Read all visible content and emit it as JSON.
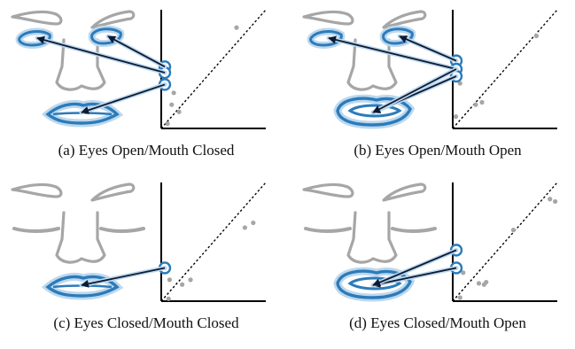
{
  "colors": {
    "face": "#a6a6a6",
    "highlight": "#2c7bba",
    "glow": "#bcd8ee",
    "arrow": "#0d1a33",
    "axis": "#000000",
    "scatter": "#a6a6a6"
  },
  "panels": [
    {
      "id": "a",
      "caption": "(a)  Eyes Open/Mouth Closed",
      "eyes_open": true,
      "mouth_open": false,
      "highlight": [
        "left-eye",
        "right-eye",
        "mouth"
      ],
      "circles": [
        0.52,
        0.47,
        0.37
      ],
      "arrows": [
        [
          "left-eye",
          0.47
        ],
        [
          "right-eye",
          0.52
        ],
        [
          "mouth",
          0.37
        ]
      ],
      "gray_points": [
        [
          0.72,
          0.85
        ],
        [
          0.12,
          0.3
        ],
        [
          0.1,
          0.2
        ],
        [
          0.17,
          0.14
        ],
        [
          0.06,
          0.04
        ]
      ]
    },
    {
      "id": "b",
      "caption": "(b)  Eyes Open/Mouth Open",
      "eyes_open": true,
      "mouth_open": true,
      "highlight": [
        "left-eye",
        "right-eye",
        "mouth"
      ],
      "circles": [
        0.57,
        0.5,
        0.44
      ],
      "arrows": [
        [
          "left-eye",
          0.5
        ],
        [
          "right-eye",
          0.57
        ],
        [
          "mouth",
          0.44
        ],
        [
          "mouth",
          0.5
        ]
      ],
      "gray_points": [
        [
          0.8,
          0.78
        ],
        [
          0.07,
          0.38
        ],
        [
          0.22,
          0.2
        ],
        [
          0.28,
          0.22
        ],
        [
          0.03,
          0.1
        ]
      ]
    },
    {
      "id": "c",
      "caption": "(c)  Eyes Closed/Mouth Closed",
      "eyes_open": false,
      "mouth_open": false,
      "highlight": [
        "mouth"
      ],
      "circles": [
        0.28
      ],
      "arrows": [
        [
          "mouth",
          0.28
        ]
      ],
      "gray_points": [
        [
          0.88,
          0.66
        ],
        [
          0.8,
          0.62
        ],
        [
          0.08,
          0.18
        ],
        [
          0.2,
          0.14
        ],
        [
          0.28,
          0.18
        ],
        [
          0.07,
          0.02
        ]
      ]
    },
    {
      "id": "d",
      "caption": "(d)  Eyes Closed/Mouth Open",
      "eyes_open": false,
      "mouth_open": true,
      "highlight": [
        "mouth"
      ],
      "circles": [
        0.43,
        0.28
      ],
      "arrows": [
        [
          "mouth",
          0.28
        ],
        [
          "mouth",
          0.43
        ]
      ],
      "gray_points": [
        [
          0.93,
          0.86
        ],
        [
          0.98,
          0.84
        ],
        [
          0.58,
          0.6
        ],
        [
          0.1,
          0.24
        ],
        [
          0.25,
          0.15
        ],
        [
          0.32,
          0.16
        ],
        [
          0.3,
          0.14
        ],
        [
          0.07,
          0.03
        ]
      ]
    }
  ]
}
